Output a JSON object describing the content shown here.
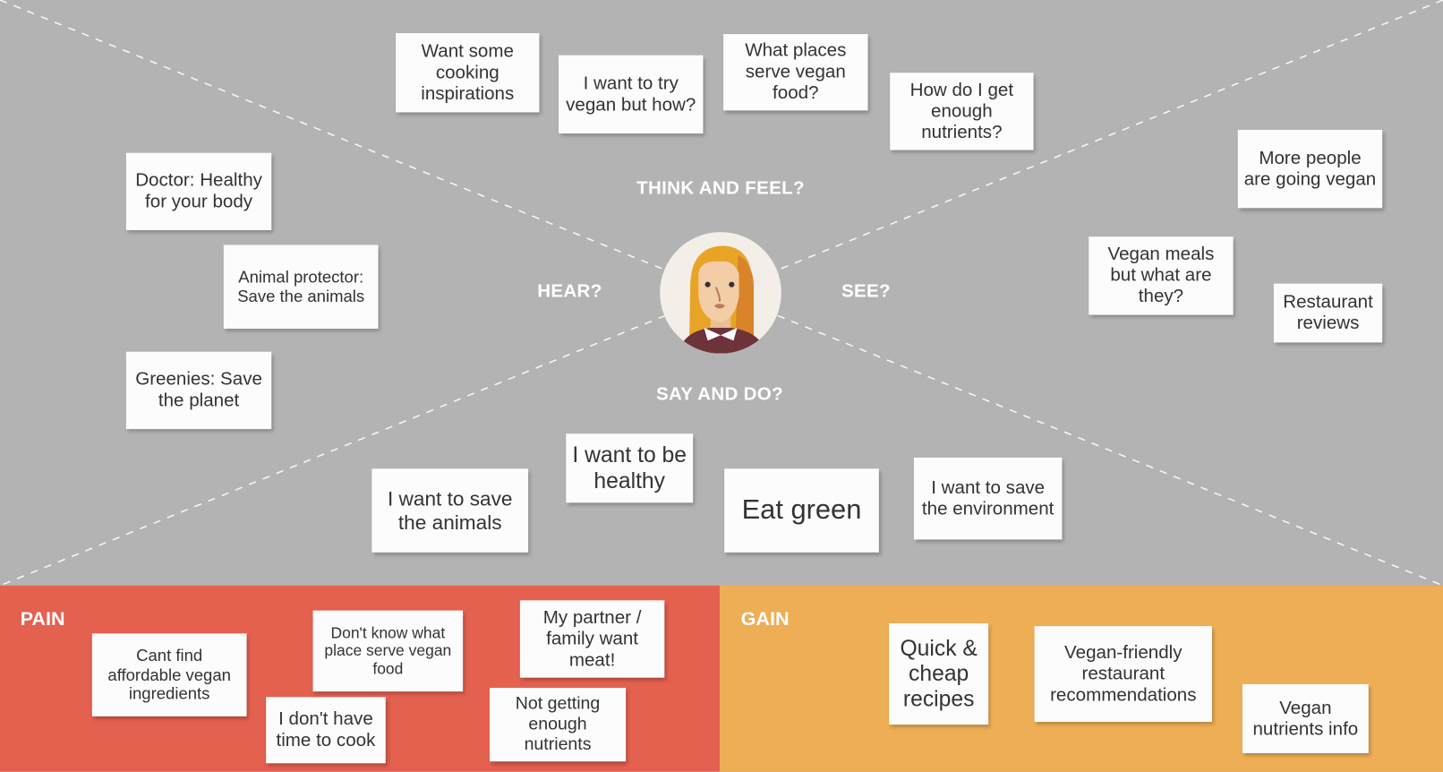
{
  "quadrants": {
    "think": "THINK AND FEEL?",
    "hear": "HEAR?",
    "see": "SEE?",
    "say": "SAY AND DO?"
  },
  "sections": {
    "pain": "PAIN",
    "gain": "GAIN"
  },
  "colors": {
    "background": "#b3b3b3",
    "pain": "#e4604f",
    "gain": "#eeae55",
    "note": "#fcfcfc"
  },
  "notes": {
    "think": [
      "Want some cooking inspirations",
      "I want to try vegan but how?",
      "What places serve vegan food?",
      "How do I get enough nutrients?"
    ],
    "hear": [
      "Doctor: Healthy for your body",
      "Animal protector: Save the animals",
      "Greenies: Save the planet"
    ],
    "see": [
      "More people are going vegan",
      "Vegan meals but what are they?",
      "Restaurant reviews"
    ],
    "say": [
      "I want to save the animals",
      "I want to be healthy",
      "Eat green",
      "I want to save the environment"
    ],
    "pain": [
      "Cant find affordable vegan ingredients",
      "Don't know what place serve vegan food",
      "My partner / family want meat!",
      "I don't have time to cook",
      "Not getting enough nutrients"
    ],
    "gain": [
      "Quick & cheap recipes",
      "Vegan-friendly restaurant recommendations",
      "Vegan nutrients info"
    ]
  }
}
